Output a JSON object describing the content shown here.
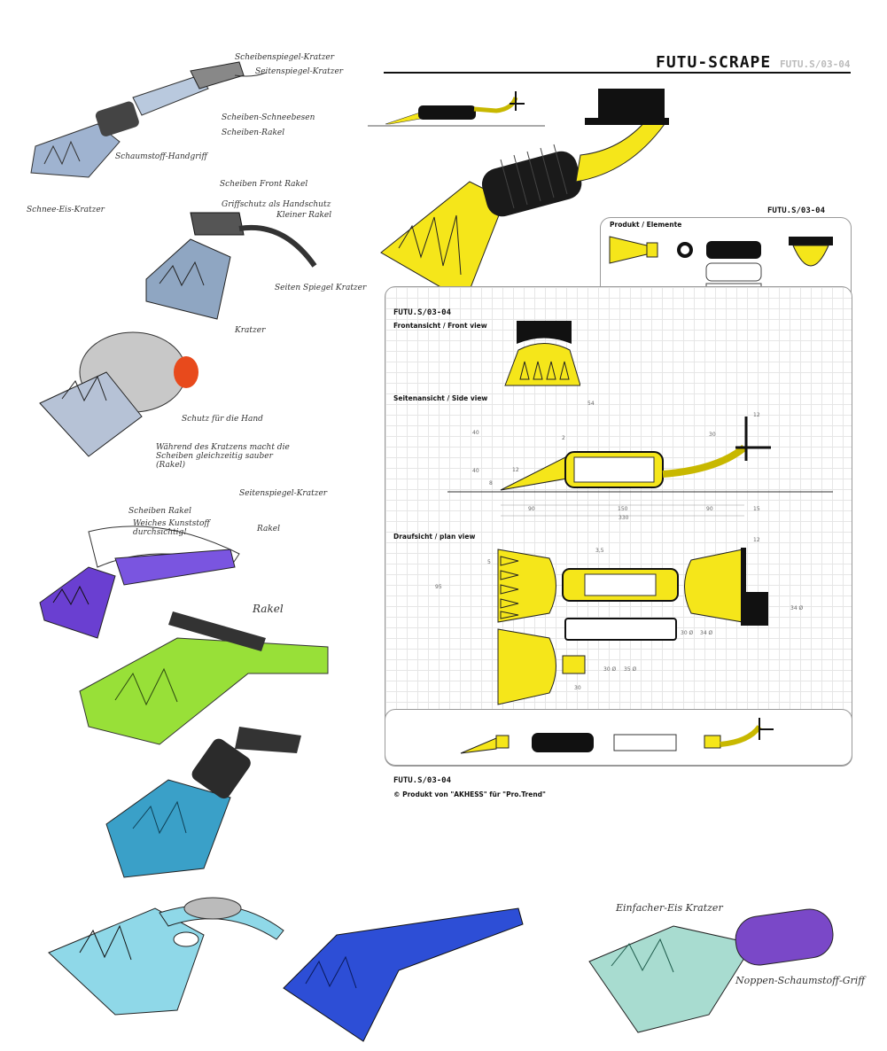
{
  "header": {
    "title": "FUTU-SCRAPE",
    "code": "FUTU.S/03-04"
  },
  "sketch_notes": {
    "n1": "Scheibenspiegel-Kratzer",
    "n2": "Seitenspiegel-Kratzer",
    "n3": "Scheiben-Schneebesen",
    "n4": "Scheiben-Rakel",
    "n5": "Schaumstoff-Handgriff",
    "n6": "Schnee-Eis-Kratzer",
    "n7": "Scheiben Front Rakel",
    "n8": "Griffschutz als Handschutz",
    "n9": "Kleiner Rakel",
    "n10": "Seiten Spiegel Kratzer",
    "n11": "Kratzer",
    "n12": "Schutz für die Hand",
    "n13": "Während des Kratzens macht die Scheiben gleichzeitig sauber (Rakel)",
    "n14": "Scheiben Rakel",
    "n15": "Weiches Kunststoff durchsichtig!",
    "n16": "Seitenspiegel-Kratzer",
    "n17": "Rakel",
    "n18": "Rakel",
    "n19": "Einfacher-Eis Kratzer",
    "n20": "Noppen-Schaumstoff-Griff"
  },
  "code_label": "FUTU.S/03-04",
  "elements_panel": {
    "title": "Produkt / Elemente"
  },
  "views": {
    "code": "FUTU.S/03-04",
    "front": "Frontansicht / Front view",
    "side": "Seitenansicht / Side view",
    "plan": "Draufsicht / plan view"
  },
  "dims": {
    "side": [
      "54",
      "12",
      "30",
      "40",
      "2",
      "40",
      "12",
      "8",
      "90",
      "150",
      "90",
      "15",
      "330"
    ],
    "plan": [
      "12",
      "3,5",
      "5",
      "95",
      "34 Ø",
      "30 Ø",
      "34 Ø",
      "30 Ø",
      "35 Ø",
      "30"
    ]
  },
  "footer": {
    "code": "FUTU.S/03-04",
    "credit": "© Produkt von \"AKHESS\" für \"Pro.Trend\""
  },
  "colors": {
    "yellow": "#f5e61a",
    "black": "#111111",
    "purple": "#6a3fd1",
    "green": "#98e038",
    "teal": "#3aa0c8",
    "blue": "#2d4ed6",
    "steel": "#9fb3d0"
  }
}
